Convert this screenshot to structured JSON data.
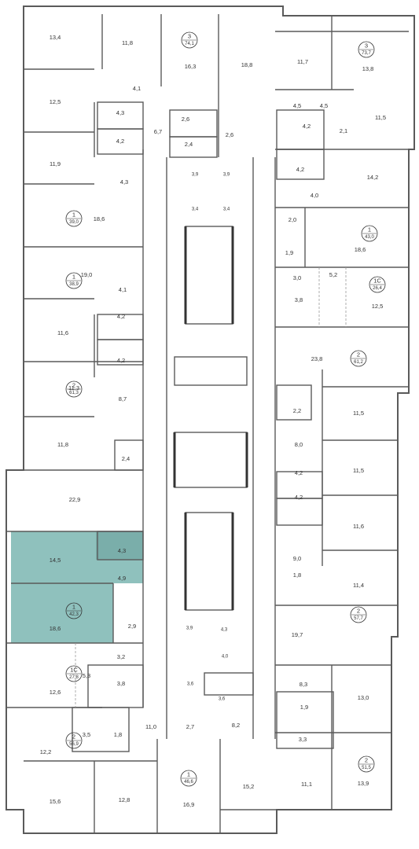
{
  "colors": {
    "wall": "#5a5a5a",
    "wall_thick": "#333333",
    "highlight": "#8fc1bd",
    "highlight_dark": "#7aaeaa",
    "text": "#333333",
    "thin": "#9a9a9a"
  },
  "rooms": [
    "13,4",
    "11,8",
    "16,3",
    "18,8",
    "11,7",
    "13,8",
    "12,5",
    "4,1",
    "4,3",
    "4,2",
    "6,7",
    "2,6",
    "2,4",
    "2,6",
    "4,5",
    "4,5",
    "4,2",
    "2,1",
    "11,5",
    "11,9",
    "4,3",
    "3,9",
    "3,9",
    "4,2",
    "14,2",
    "3,4",
    "3,4",
    "4,0",
    "18,6",
    "2,0",
    "18,6",
    "1,9",
    "19,0",
    "3,0",
    "5,2",
    "3,8",
    "12,5",
    "4,1",
    "11,6",
    "4,2",
    "23,8",
    "4,2",
    "11,3",
    "2,2",
    "11,5",
    "8,7",
    "8,0",
    "11,8",
    "2,4",
    "11,5",
    "4,2",
    "22,9",
    "4,2",
    "11,6",
    "14,5",
    "4,3",
    "9,0",
    "4,9",
    "11,4",
    "1,8",
    "18,6",
    "2,9",
    "19,7",
    "3,9",
    "4,3",
    "4,0",
    "3,2",
    "5,3",
    "3,8",
    "12,6",
    "3,6",
    "3,6",
    "8,3",
    "13,0",
    "1,9",
    "11,0",
    "2,7",
    "8,2",
    "3,5",
    "1,8",
    "3,3",
    "12,2",
    "11,1",
    "13,9",
    "15,6",
    "12,8",
    "16,9",
    "15,2"
  ],
  "apartments": [
    {
      "rooms": "3",
      "area": "74,1"
    },
    {
      "rooms": "3",
      "area": "73,7"
    },
    {
      "rooms": "1",
      "area": "39,0"
    },
    {
      "rooms": "1",
      "area": "43,0"
    },
    {
      "rooms": "1",
      "area": "38,9"
    },
    {
      "rooms": "1С",
      "area": "26,4"
    },
    {
      "rooms": "2",
      "area": "61,2"
    },
    {
      "rooms": "2",
      "area": "61,3"
    },
    {
      "rooms": "1",
      "area": "42,3"
    },
    {
      "rooms": "2",
      "area": "57,7"
    },
    {
      "rooms": "1С",
      "area": "27,8"
    },
    {
      "rooms": "2",
      "area": "56,9"
    },
    {
      "rooms": "2",
      "area": "51,5"
    },
    {
      "rooms": "1",
      "area": "46,6"
    }
  ]
}
